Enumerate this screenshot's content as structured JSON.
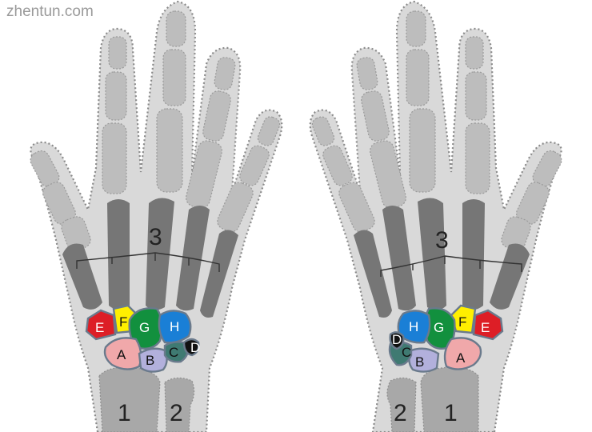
{
  "watermark": "zhentun.com",
  "colors": {
    "A": "#f0a8aa",
    "B": "#b2b0dc",
    "C": "#3f7a72",
    "D": "#111111",
    "E": "#dd1e26",
    "F": "#ffef00",
    "G": "#12903e",
    "H": "#1a7fd6"
  },
  "left_hand": {
    "carpals": {
      "A": "A",
      "B": "B",
      "C": "C",
      "D": "D",
      "E": "E",
      "F": "F",
      "G": "G",
      "H": "H"
    },
    "metacarpal_group": "3",
    "forearm": {
      "radius": "1",
      "ulna": "2"
    }
  },
  "right_hand": {
    "carpals": {
      "A": "A",
      "B": "B",
      "C": "C",
      "D": "D",
      "E": "E",
      "F": "F",
      "G": "G",
      "H": "H"
    },
    "metacarpal_group": "3",
    "forearm": {
      "radius": "1",
      "ulna": "2"
    }
  }
}
